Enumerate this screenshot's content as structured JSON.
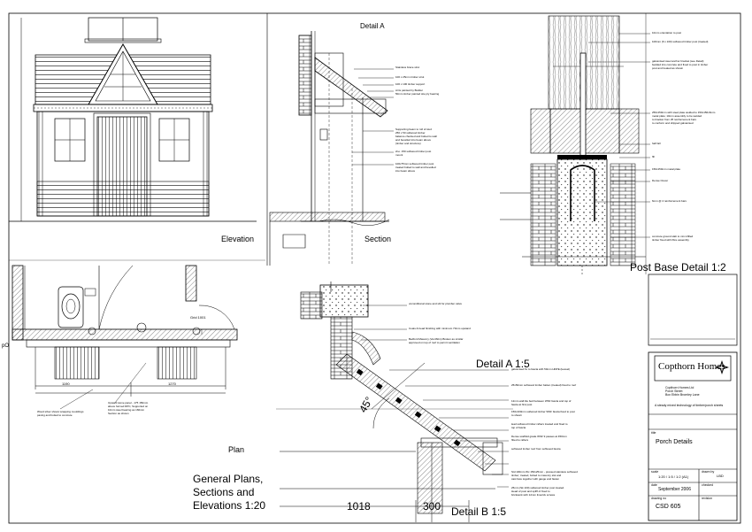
{
  "titles": {
    "detail_a_top": "Detail A",
    "elevation": "Elevation",
    "section": "Section",
    "post_base": "Post Base Detail 1:2",
    "plan": "Plan",
    "general_line1": "General Plans,",
    "general_line2": "Sections and",
    "general_line3": "Elevations   1:20",
    "detail_a_15": "Detail A  1:5",
    "detail_b_15": "Detail B  1:5",
    "angle": "45°",
    "dim_1018": "1018",
    "dim_300": "300"
  },
  "title_block": {
    "company": "Copthorn Homes",
    "address1": "Copthorn Homes Ltd",
    "address2": "Porch Street",
    "address3": "Box Ebbin Bromley Lane",
    "subtitle": "A steady mixed technology of timber/porch sheets",
    "title_label": "title",
    "drawing_title": "Porch Details",
    "scale_label": "scale",
    "scale_value": "1:20 / 1:5 / 1:2 (A1)",
    "date_label": "date",
    "date_value": "September 2006",
    "drawn_label": "drawn by",
    "drawn_value": "LBD",
    "checked_label": "checked",
    "drawing_no_label": "drawing no",
    "drawing_no": "CSD 605",
    "revision_label": "revision"
  },
  "notes": {
    "detail_a": [
      "Stainless brace strut",
      "100 x 25mm timber strut",
      "100 x 100 timber support",
      "Arris painted by Builder",
      "50mm timber painted site ply bearing",
      "Supporting beam to roll of stud",
      "250 x 50 softwood timber",
      "balance checked and bolted to wall",
      "and bevelled into beam above",
      "(timber and structure)",
      "2no. 150 softwood timber post",
      "mount",
      "100x75mm softwood timber post",
      "treated bolted to wall and bevelled",
      "into beam above"
    ],
    "post_base": [
      "10mm orientation to post",
      "100mm (6 x 100) softwood timber post (treated)",
      "galvanised steel anchor bracket (see Detail)",
      "bedded into concrete and fixed to post in timber",
      "post and treated as shown",
      "250x150mm with steel plate welded to 150x150x6mm",
      "metal plate; 10mm assembly to be welded",
      "to bracket from 25 reinforcement bars",
      "to conform and shipped galvanised",
      "half fall",
      "fill",
      "150x150mm metal plate",
      "Dense Clover",
      "6mm @ 4 reinforcement bars",
      "concrete ground slab to mix infilled",
      "timber fixed with fibre assembly"
    ],
    "detail_b": [
      "galvanised fix to fascia with 50mm HDPE (kessel)",
      "25x50mm softwood timber batten (treated) fixed to roof",
      "12mm wall tile bed between WSF fascia and top of",
      "fascia at first post",
      "150x100mm softwood timber WSF fascia fixed to post",
      "to shown",
      "lead softwood timber rafters treated and fixed to",
      "top of fascia",
      "Dense scaffold grade WSF 9 passes at 450mm",
      "fitted to rafters",
      "softwood timber roof from softwood fascia",
      "Std 100mm Wx 150x25mm - pressed stainless softwood",
      "timber; treated, bolted to masonry slot and",
      "cast face together with gauge and fasten",
      "25mm (Sk 100) softwood timber post treated.",
      "Head of post and spliff of fixed to",
      "brickwork with 12mm limerick screws"
    ],
    "detail_a_15": [
      "unconditional stone and slit for plumber valve",
      "Coats & bead finishing with minimum 70mm upstand",
      "Bedford Masonry (VentSlim) Broken as similar",
      "approved on top of roof to permit ventilation"
    ],
    "plan": [
      "Upward stone panel - 175 150mm",
      "above formed DPC, Supported on",
      "10mm steel bearing as 160mm",
      "Section as shown",
      "Wood silver shows wrapping mouldings",
      "paving and butted to concrete"
    ],
    "plan_tag": "Grid 1001",
    "dims_plan": [
      "1190",
      "1270"
    ],
    "small_mark": "pO"
  },
  "colors": {
    "ink": "#000000",
    "paper": "#ffffff",
    "hatch": "#333333"
  }
}
